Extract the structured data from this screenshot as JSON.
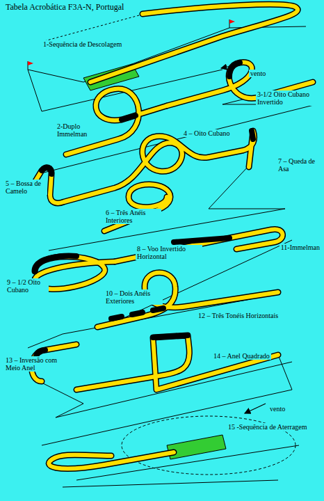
{
  "diagram": {
    "title": "Tabela Acrobática F3A-N, Portugal",
    "labels": [
      "1-Sequência de Descolagem",
      "vento",
      "3-1/2 Oito Cubano Invertido",
      "2-Duplo Immelman",
      "4 – Oito Cubano",
      "7 – Queda de Asa",
      "5 – Bossa de Camelo",
      "6 – Três Anéis Interiores",
      "8 – Voo Invertido Horizontal",
      "11-Immelman",
      "9 – 1/2 Oito Cubano",
      "10 – Dois Anéis Exteriores",
      "12 – Três Tonéis Horizontais",
      "13 – Inversão com Meio Anel",
      "14 – Anel Quadrado",
      "vento",
      "15 -Sequência de Aterragem"
    ]
  }
}
